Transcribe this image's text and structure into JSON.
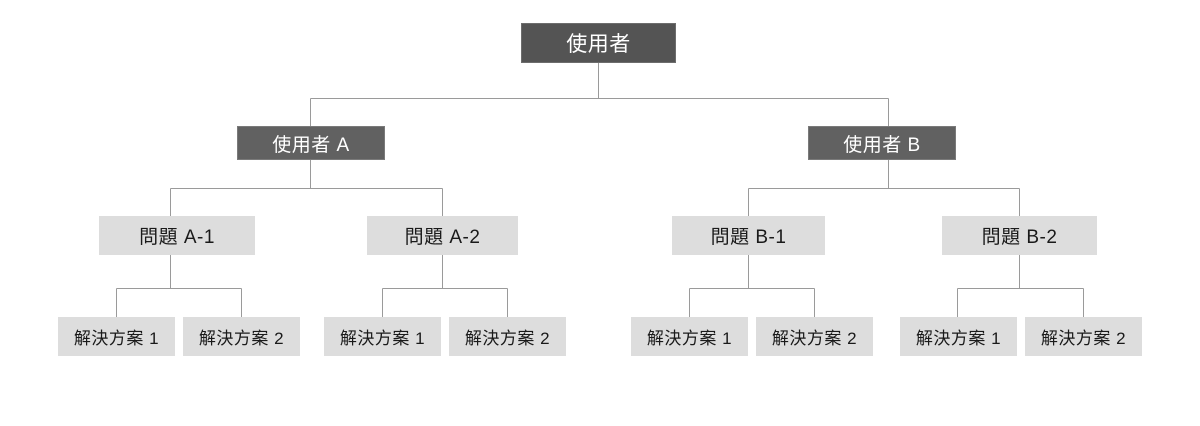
{
  "diagram": {
    "type": "tree",
    "title": "",
    "background_color": "#ffffff",
    "connector_color": "#9a9a9a",
    "levels": [
      {
        "name": "root",
        "fill": "#545454",
        "text_color": "#ffffff"
      },
      {
        "name": "user",
        "fill": "#616161",
        "text_color": "#ffffff"
      },
      {
        "name": "issue",
        "fill": "#dddddd",
        "text_color": "#1a1a1a"
      },
      {
        "name": "solution",
        "fill": "#dddddd",
        "text_color": "#1a1a1a"
      }
    ],
    "nodes": {
      "root": {
        "label": "使用者"
      },
      "users": [
        {
          "label": "使用者 A"
        },
        {
          "label": "使用者 B"
        }
      ],
      "issues": [
        {
          "label": "問題 A-1"
        },
        {
          "label": "問題 A-2"
        },
        {
          "label": "問題 B-1"
        },
        {
          "label": "問題 B-2"
        }
      ],
      "solutions": [
        {
          "label": "解決方案 1"
        },
        {
          "label": "解決方案 2"
        },
        {
          "label": "解決方案 1"
        },
        {
          "label": "解決方案 2"
        },
        {
          "label": "解決方案 1"
        },
        {
          "label": "解決方案 2"
        },
        {
          "label": "解決方案 1"
        },
        {
          "label": "解決方案 2"
        }
      ]
    }
  }
}
